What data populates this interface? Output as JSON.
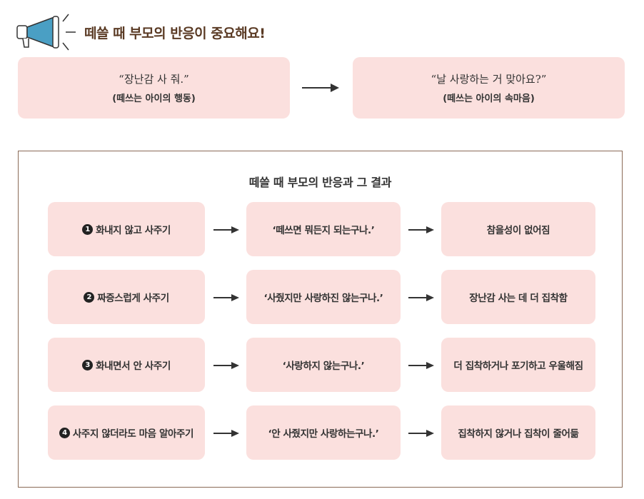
{
  "header": {
    "title": "떼쓸 때 부모의 반응이 중요해요!",
    "icon": "megaphone-icon"
  },
  "top": {
    "left": {
      "quote": "“장난감 사 줘.”",
      "note": "(떼쓰는 아이의 행동)"
    },
    "right": {
      "quote": "“날 사랑하는 거 맞아요?”",
      "note": "(떼쓰는 아이의 속마음)"
    }
  },
  "main": {
    "title": "떼쓸 때 부모의 반응과 그 결과",
    "rows": [
      {
        "num": "1",
        "reaction": "화내지 않고 사주기",
        "thought": "‘떼쓰면 뭐든지 되는구나.’",
        "result": "참을성이 없어짐"
      },
      {
        "num": "2",
        "reaction": "짜증스럽게 사주기",
        "thought": "‘사줬지만 사랑하진 않는구나.’",
        "result": "장난감 사는 데 더 집착함"
      },
      {
        "num": "3",
        "reaction": "화내면서 안 사주기",
        "thought": "‘사랑하지 않는구나.’",
        "result": "더 집착하거나 포기하고 우울해짐"
      },
      {
        "num": "4",
        "reaction": "사주지 않더라도 마음 알아주기",
        "thought": "‘안 사줬지만 사랑하는구나.’",
        "result": "집착하지 않거나 집착이 줄어듦"
      }
    ]
  },
  "colors": {
    "box": "#fbe0de",
    "title": "#5a3a24",
    "border": "#8a6a56",
    "megaphone": "#4a9fc4"
  }
}
